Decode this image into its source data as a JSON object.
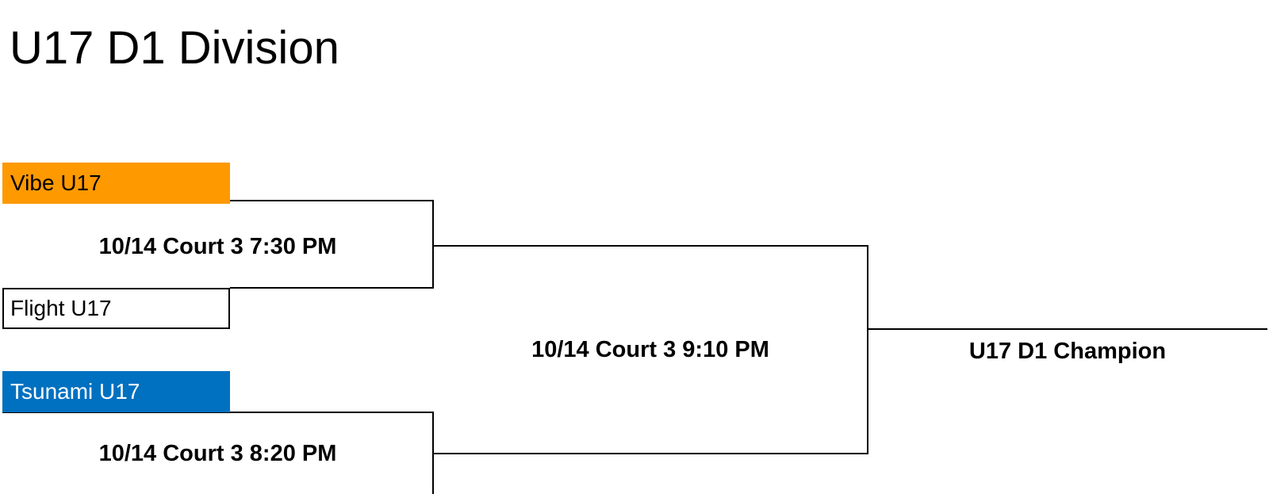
{
  "bracket": {
    "title": "U17 D1 Division",
    "teams": [
      {
        "name": "Vibe U17",
        "color": "#FF9900",
        "text_color": "#000000"
      },
      {
        "name": "Flight U17",
        "color": "#FFFFFF",
        "text_color": "#000000"
      },
      {
        "name": "Tsunami U17",
        "color": "#0070C0",
        "text_color": "#FFFFFF"
      }
    ],
    "matches": [
      {
        "label": "10/14 Court 3 7:30 PM"
      },
      {
        "label": "10/14 Court 3 8:20 PM"
      },
      {
        "label": "10/14 Court 3 9:10 PM"
      }
    ],
    "champion": {
      "label": "U17 D1 Champion"
    }
  }
}
